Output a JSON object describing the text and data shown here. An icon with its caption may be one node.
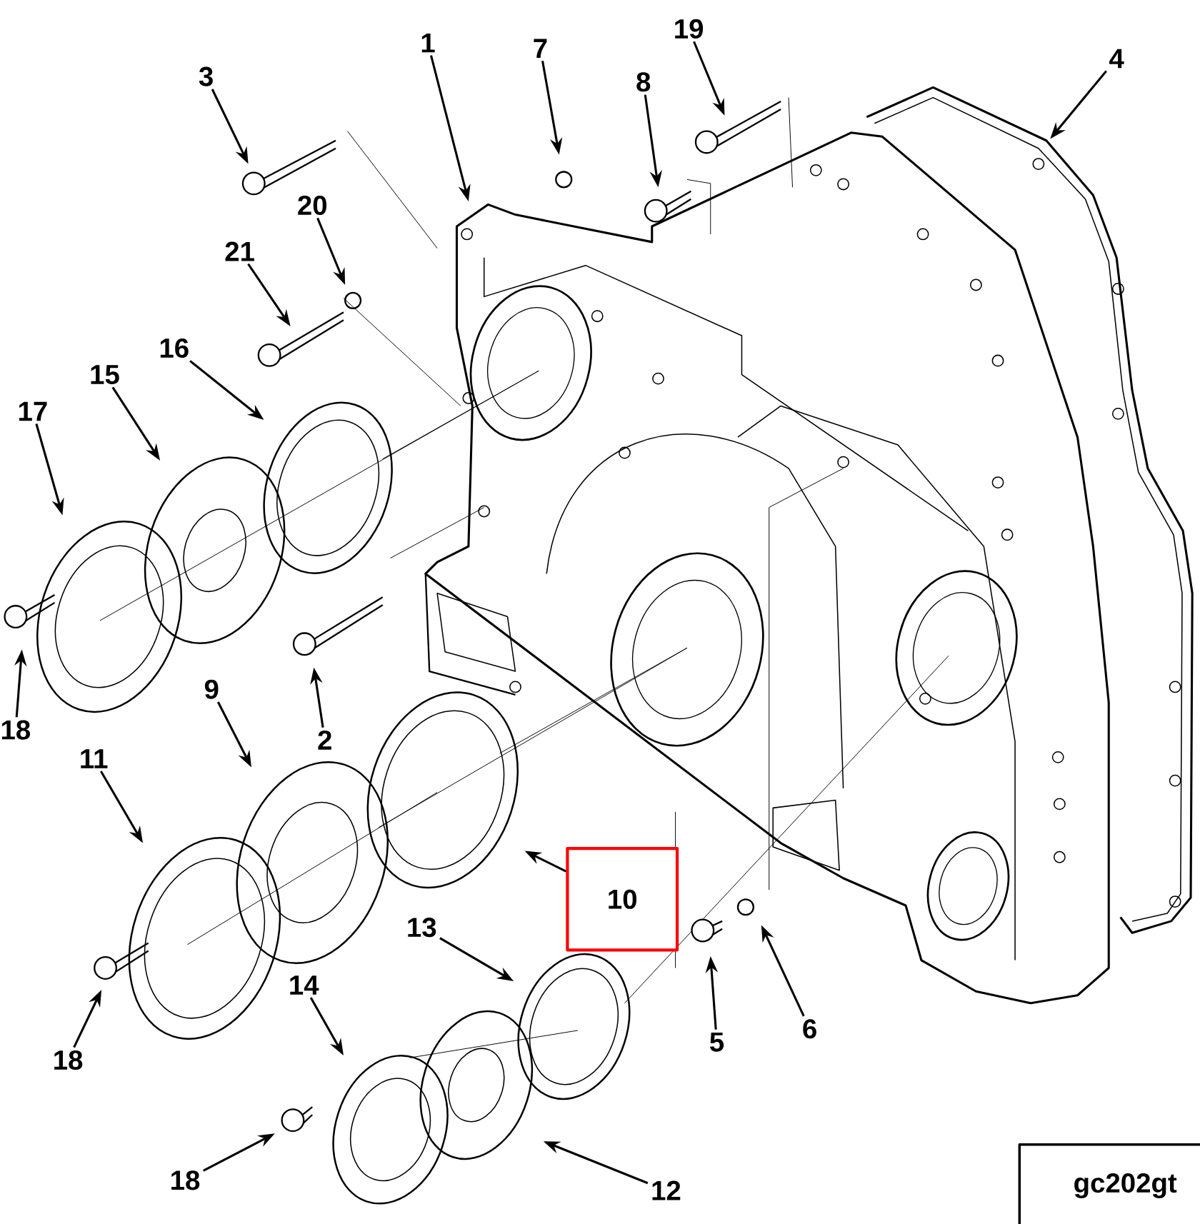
{
  "diagram": {
    "nodes": [
      {
        "text": [
          "1"
        ]
      },
      {
        "text": [
          "7"
        ]
      },
      {
        "text": [
          "19"
        ]
      },
      {
        "text": [
          "4"
        ]
      },
      {
        "text": [
          "3"
        ]
      },
      {
        "text": [
          "8"
        ]
      },
      {
        "text": [
          "20"
        ]
      },
      {
        "text": [
          "21"
        ]
      },
      {
        "text": [
          "16"
        ]
      },
      {
        "text": [
          "15"
        ]
      },
      {
        "text": [
          "17"
        ]
      },
      {
        "text": [
          "18"
        ]
      },
      {
        "text": [
          "2"
        ]
      },
      {
        "text": [
          "9"
        ]
      },
      {
        "text": [
          "11"
        ]
      },
      {
        "text": [
          "10"
        ]
      },
      {
        "text": [
          "13"
        ]
      },
      {
        "text": [
          "5"
        ]
      },
      {
        "text": [
          "6"
        ]
      },
      {
        "text": [
          "14"
        ]
      },
      {
        "text": [
          "18"
        ]
      },
      {
        "text": [
          "18"
        ]
      },
      {
        "text": [
          "12"
        ]
      },
      {
        "text": [
          "gc202gt"
        ]
      }
    ],
    "edges": [
      {
        "from": 0,
        "to": null,
        "arrow": "to"
      },
      {
        "from": 1,
        "to": null,
        "arrow": "to"
      },
      {
        "from": 2,
        "to": null,
        "arrow": "to"
      },
      {
        "from": 3,
        "to": null,
        "arrow": "to"
      },
      {
        "from": 4,
        "to": null,
        "arrow": "to"
      },
      {
        "from": 5,
        "to": null,
        "arrow": "to"
      },
      {
        "from": 6,
        "to": null,
        "arrow": "to"
      },
      {
        "from": 7,
        "to": null,
        "arrow": "to"
      },
      {
        "from": 8,
        "to": null,
        "arrow": "to"
      },
      {
        "from": 9,
        "to": null,
        "arrow": "to"
      },
      {
        "from": 10,
        "to": null,
        "arrow": "to"
      },
      {
        "from": 11,
        "to": null,
        "arrow": "to"
      },
      {
        "from": 12,
        "to": null,
        "arrow": "to"
      },
      {
        "from": 13,
        "to": null,
        "arrow": "to"
      },
      {
        "from": 14,
        "to": null,
        "arrow": "to"
      },
      {
        "from": 15,
        "to": null,
        "arrow": "to"
      },
      {
        "from": 16,
        "to": null,
        "arrow": "to"
      },
      {
        "from": 17,
        "to": null,
        "arrow": "to"
      },
      {
        "from": 18,
        "to": null,
        "arrow": "to"
      },
      {
        "from": 19,
        "to": null,
        "arrow": "to"
      },
      {
        "from": 20,
        "to": null,
        "arrow": "to"
      },
      {
        "from": 21,
        "to": null,
        "arrow": "to"
      },
      {
        "from": 22,
        "to": null,
        "arrow": "to"
      }
    ]
  }
}
